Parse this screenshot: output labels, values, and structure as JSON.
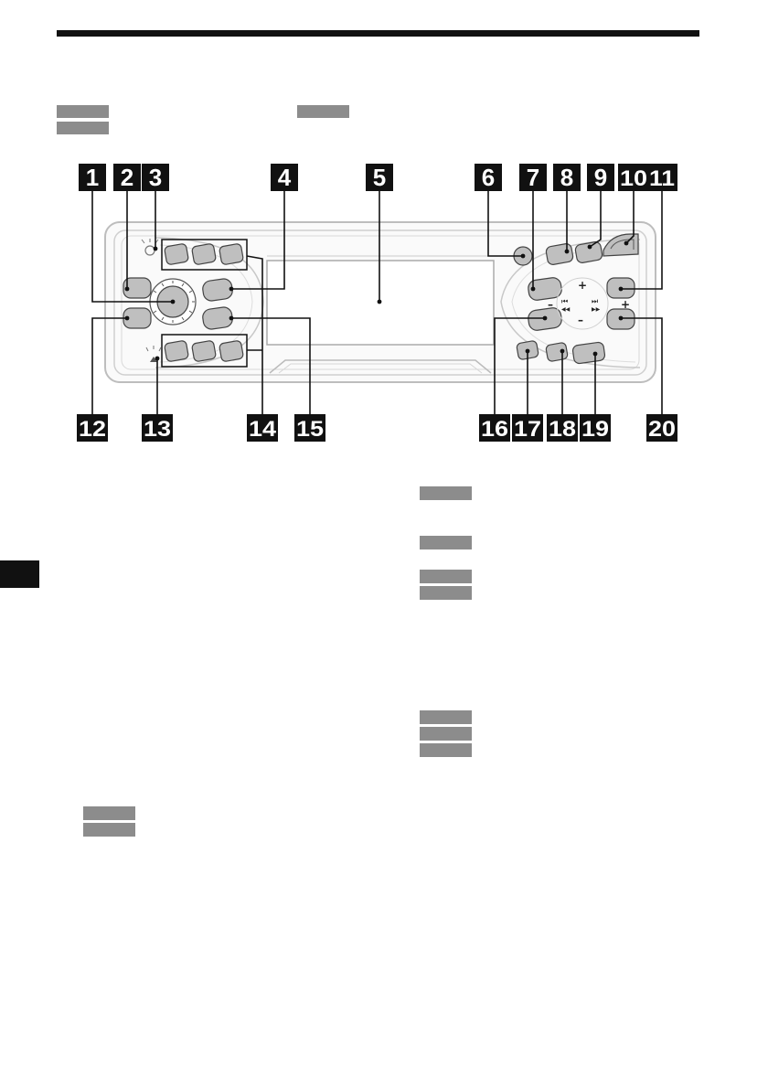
{
  "colors": {
    "ink": "#111111",
    "placeholder": "#8c8c8c",
    "panel_fill": "#fafafa",
    "panel_stroke": "#bdbdbd",
    "button_fill": "#bfbfbf",
    "button_stroke": "#444444",
    "side_tab": "#111111"
  },
  "callouts": {
    "c1": "1",
    "c2": "2",
    "c3": "3",
    "c4": "4",
    "c5": "5",
    "c6": "6",
    "c7": "7",
    "c8": "8",
    "c9": "9",
    "c10": "10",
    "c11": "11",
    "c12": "12",
    "c13": "13",
    "c14": "14",
    "c15": "15",
    "c16": "16",
    "c17": "17",
    "c18": "18",
    "c19": "19",
    "c20": "20"
  },
  "panel_symbols": {
    "vol_plus": "+",
    "vol_minus": "–",
    "seek_plus": "+",
    "seek_minus": "–",
    "prev_track": "⏮",
    "next_track": "⏭",
    "rewind": "◀◀",
    "fast_forward": "▶▶",
    "right_plus": "+",
    "left_minus": "–"
  }
}
